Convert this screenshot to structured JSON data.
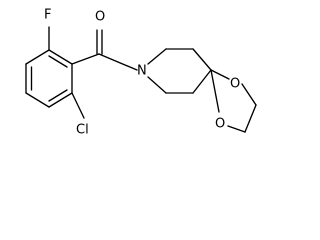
{
  "molecule": {
    "atoms": {
      "fluorine": "F",
      "oxygen_carbonyl": "O",
      "nitrogen": "N",
      "oxygen_ring_upper": "O",
      "oxygen_ring_lower": "O",
      "chlorine": "Cl"
    }
  }
}
